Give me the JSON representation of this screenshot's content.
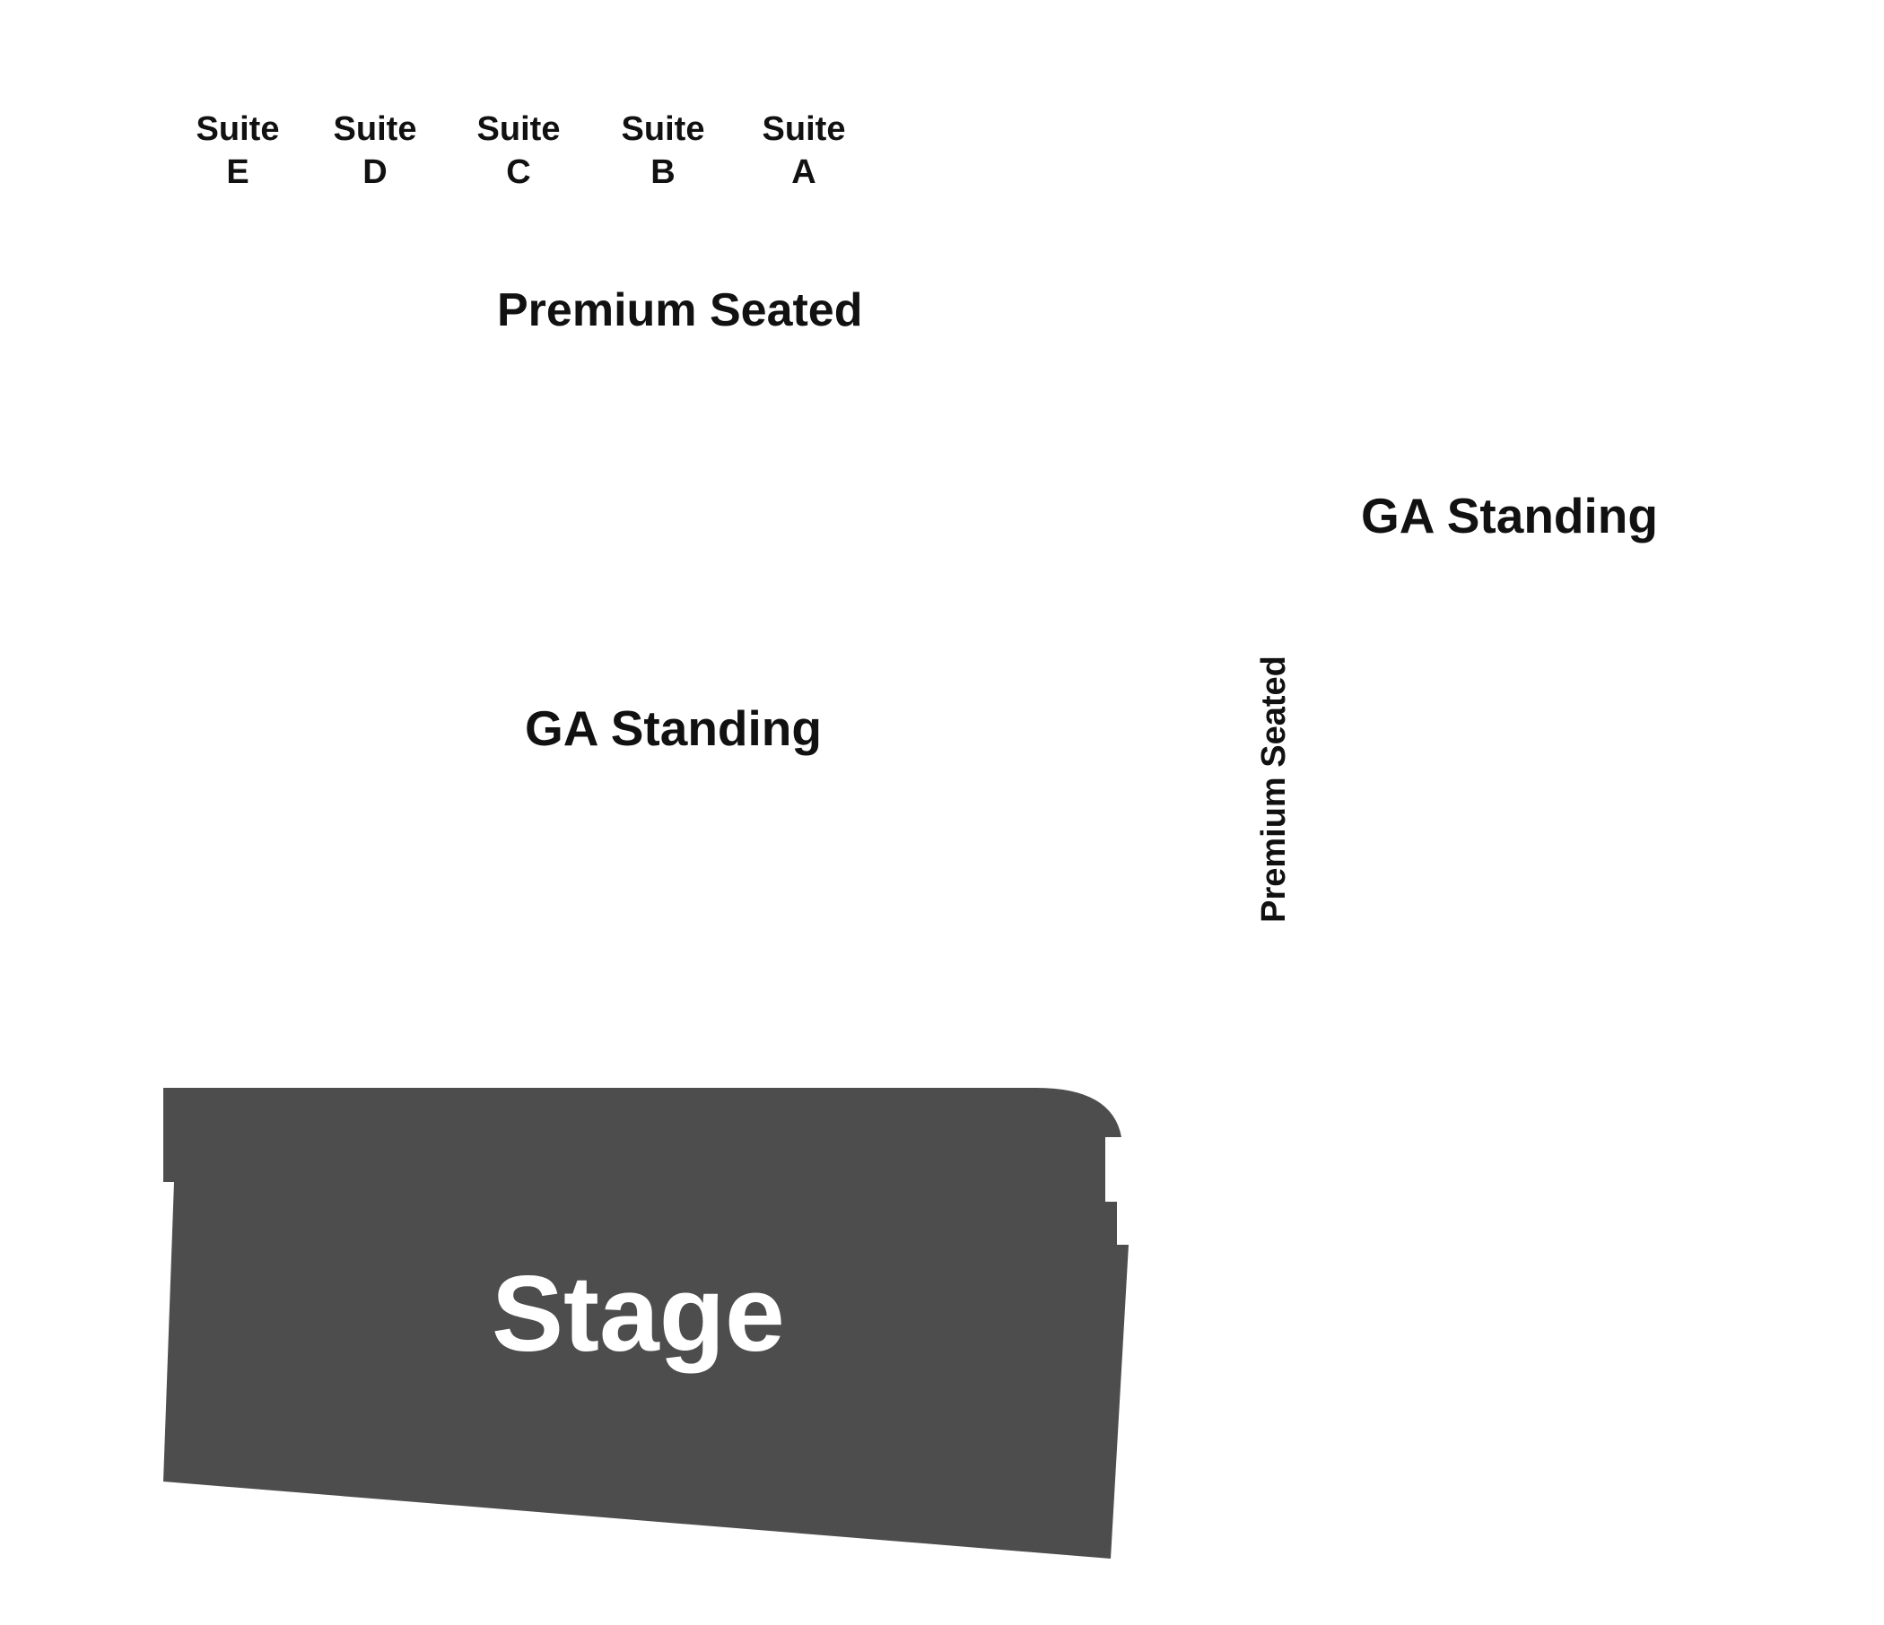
{
  "colors": {
    "stage_fill": "#4d4d4d",
    "stage_text": "#ffffff",
    "label_text": "#111111",
    "background": "#ffffff"
  },
  "suites": [
    {
      "line1": "Suite",
      "line2": "E"
    },
    {
      "line1": "Suite",
      "line2": "D"
    },
    {
      "line1": "Suite",
      "line2": "C"
    },
    {
      "line1": "Suite",
      "line2": "B"
    },
    {
      "line1": "Suite",
      "line2": "A"
    }
  ],
  "sections": {
    "premium_seated_top": "Premium Seated",
    "ga_standing_center": "GA Standing",
    "ga_standing_right": "GA Standing",
    "premium_seated_side": "Premium Seated"
  },
  "stage": {
    "label": "Stage"
  }
}
